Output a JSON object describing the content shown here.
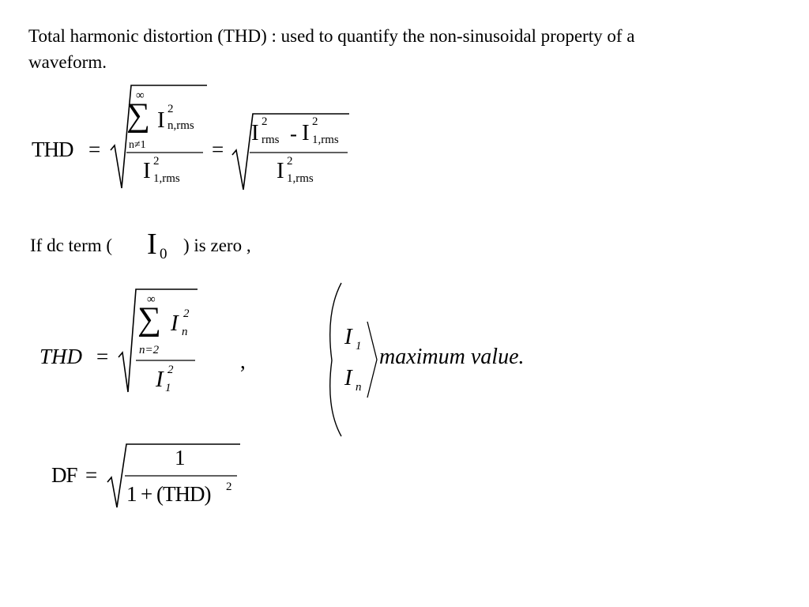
{
  "intro": {
    "line1": "Total harmonic distortion (THD) : used to quantify the non-sinusoidal property of a",
    "line2": "waveform."
  },
  "eq1": {
    "lhs": "THD",
    "eq": "=",
    "sum_top": "∞",
    "sum_sym": "∑",
    "sum_bottom": "n≠1",
    "num_I": "I",
    "num_sup": "2",
    "num_sub": "n,rms",
    "den_I": "I",
    "den_sup": "2",
    "den_sub": "1,rms",
    "eq2": "=",
    "r_num_I1": "I",
    "r_num_sup1": "2",
    "r_num_sub1": "rms",
    "r_minus": "-",
    "r_num_I2": "I",
    "r_num_sup2": "2",
    "r_num_sub2": "1,rms",
    "r_den_I": "I",
    "r_den_sup": "2",
    "r_den_sub": "1,rms"
  },
  "dc": {
    "before": "If dc term (",
    "I": "I",
    "sub": "0",
    "after": ") is zero ,"
  },
  "eq2": {
    "lhs": "THD",
    "eq": "=",
    "sum_top": "∞",
    "sum_sym": "∑",
    "sum_bottom": "n=2",
    "num_I": "I",
    "num_sup": "2",
    "num_sub": "n",
    "den_I": "I",
    "den_sup": "2",
    "den_sub": "1",
    "comma": ","
  },
  "note": {
    "I1": "I",
    "I1_sub": "1",
    "In": "I",
    "In_sub": "n",
    "text": "maximum value."
  },
  "eq3": {
    "lhs": "DF",
    "eq": "=",
    "num": "1",
    "den_1": "1",
    "den_plus": "+",
    "den_thd": "(THD)",
    "den_sup": "2"
  }
}
